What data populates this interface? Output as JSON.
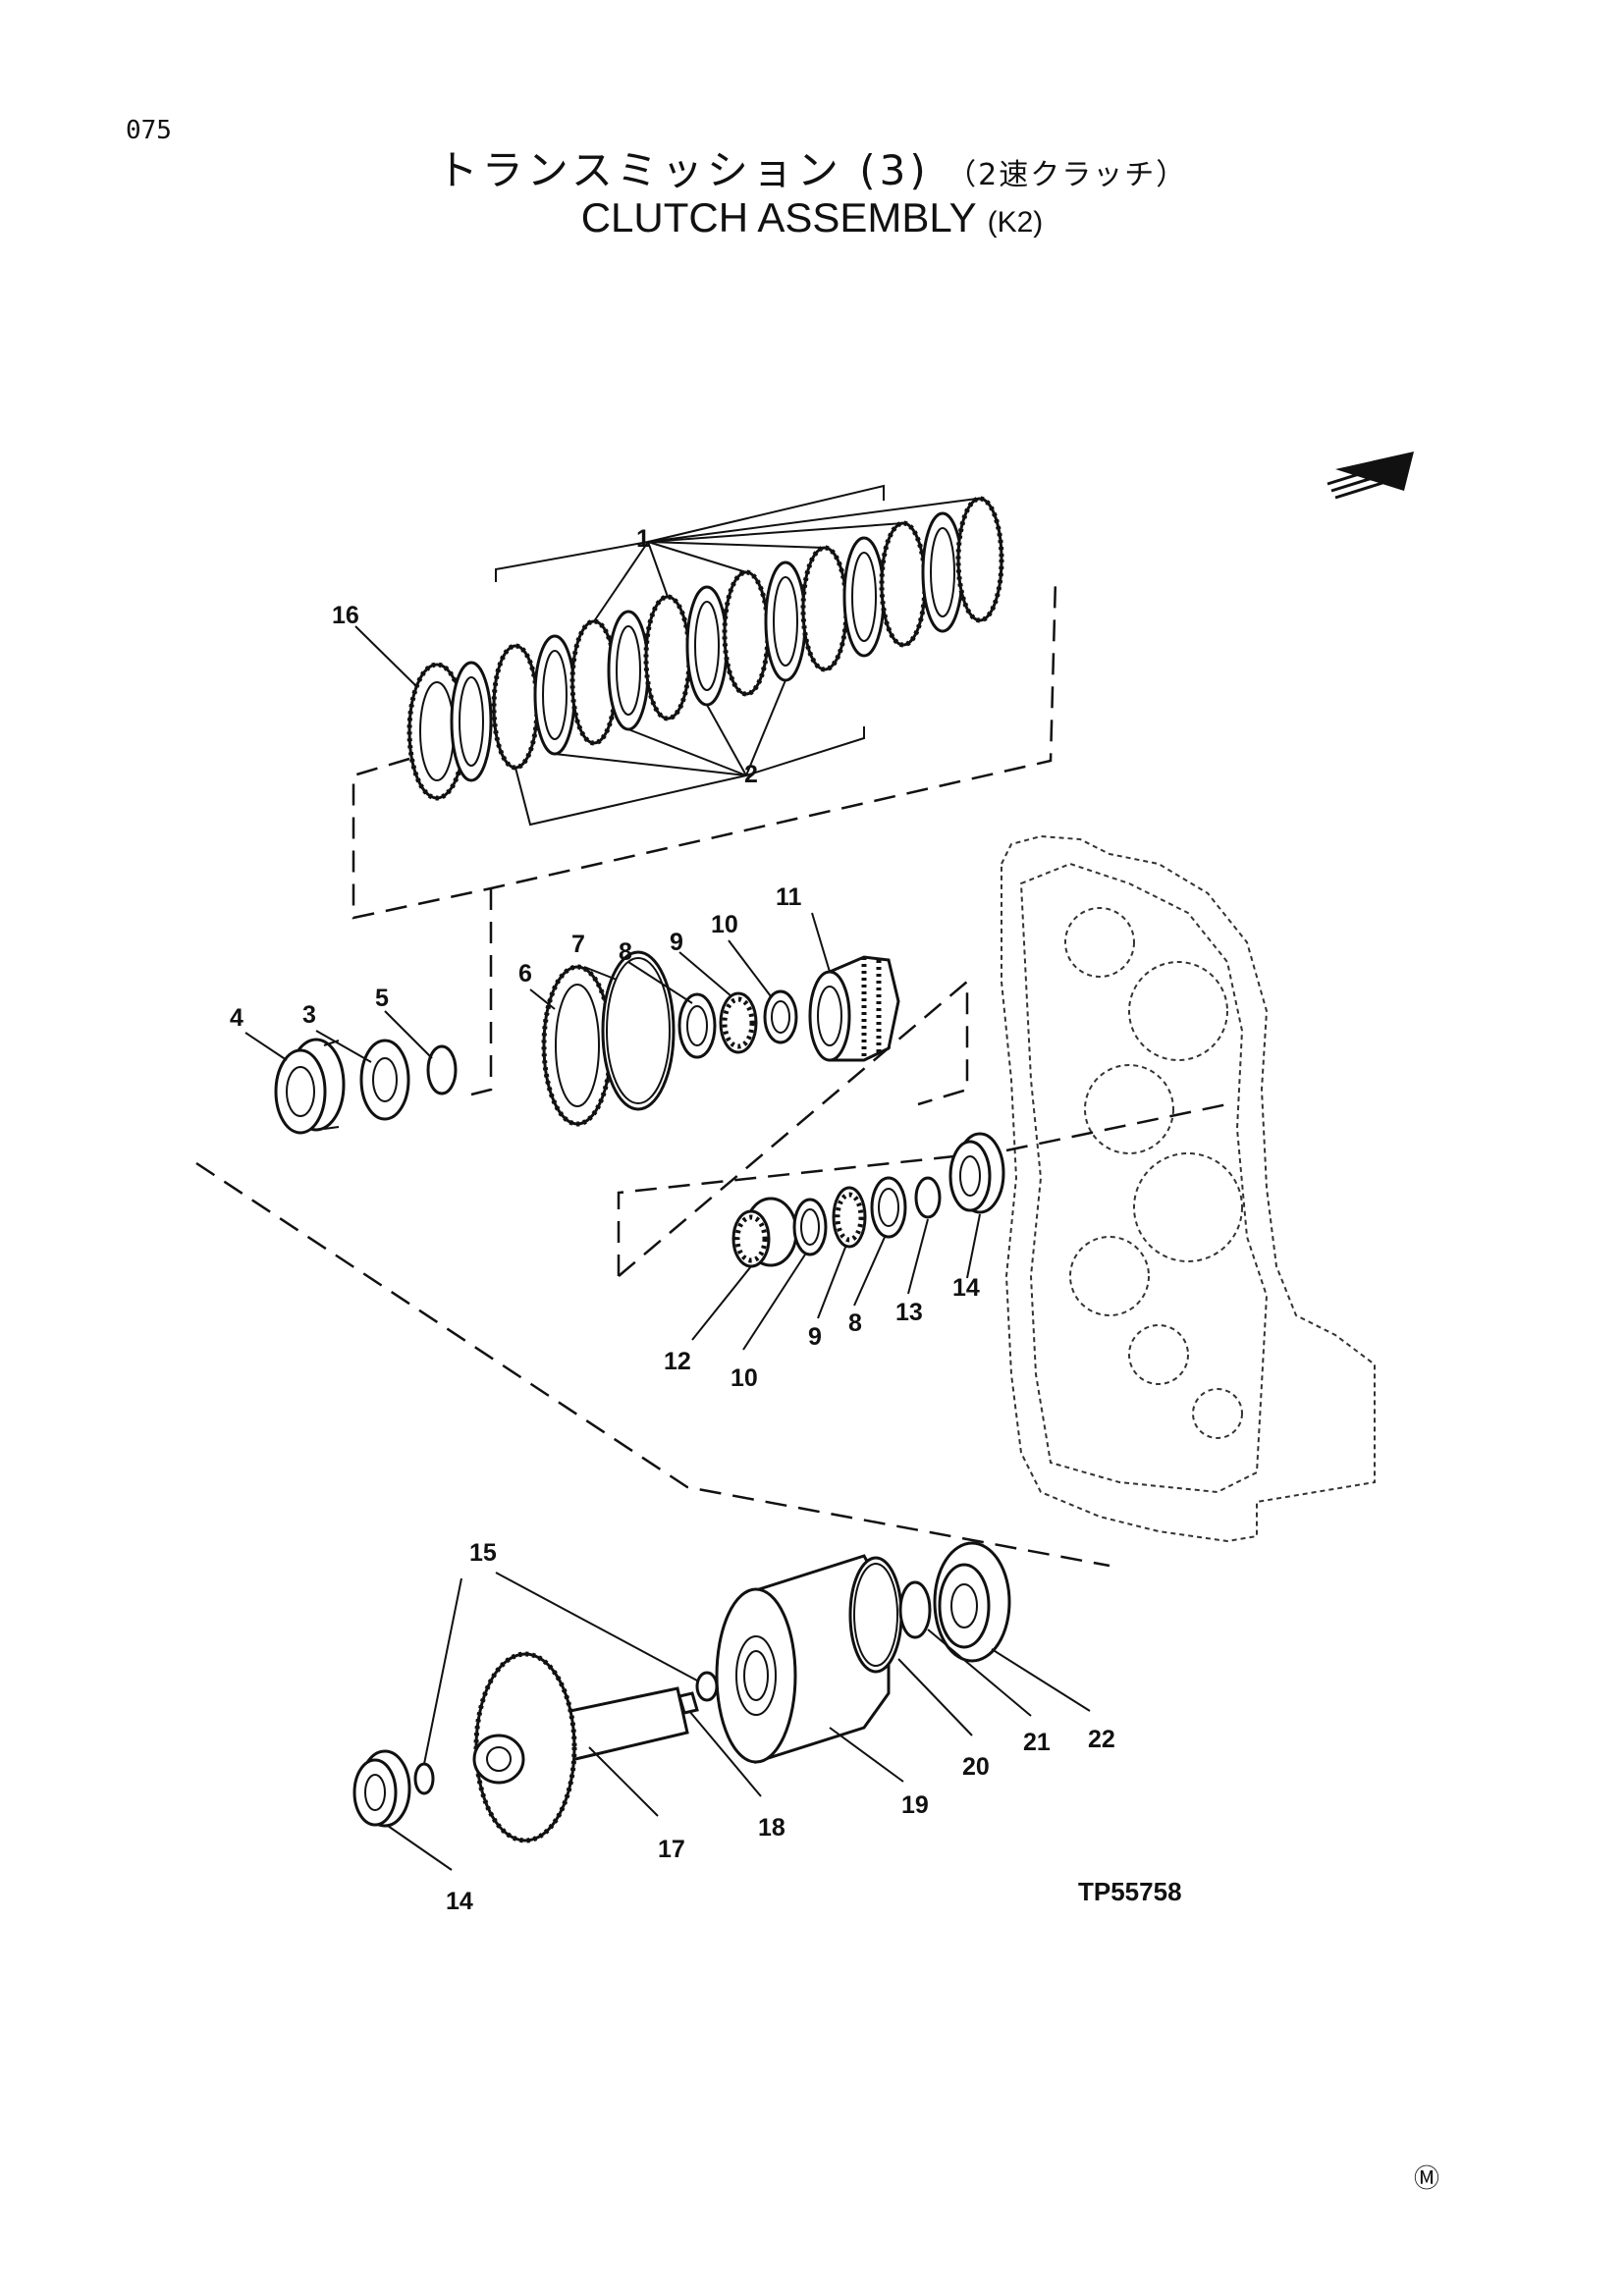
{
  "page_number": "075",
  "title": {
    "jp_main": "トランスミッション",
    "jp_number": "(3)",
    "jp_sub": "（2速クラッチ）",
    "en_main": "CLUTCH  ASSEMBLY",
    "en_sub": "(K2)"
  },
  "figure_code": "TP55758",
  "corner_mark": "Ⓜ",
  "callouts": [
    "1",
    "2",
    "3",
    "4",
    "5",
    "6",
    "7",
    "8",
    "9",
    "10",
    "11",
    "12",
    "13",
    "14",
    "15",
    "16",
    "17",
    "18",
    "19",
    "20",
    "21",
    "22"
  ],
  "icons": {
    "direction_arrow": "front-direction-arrow-icon",
    "housing": "transmission-housing-outline"
  }
}
